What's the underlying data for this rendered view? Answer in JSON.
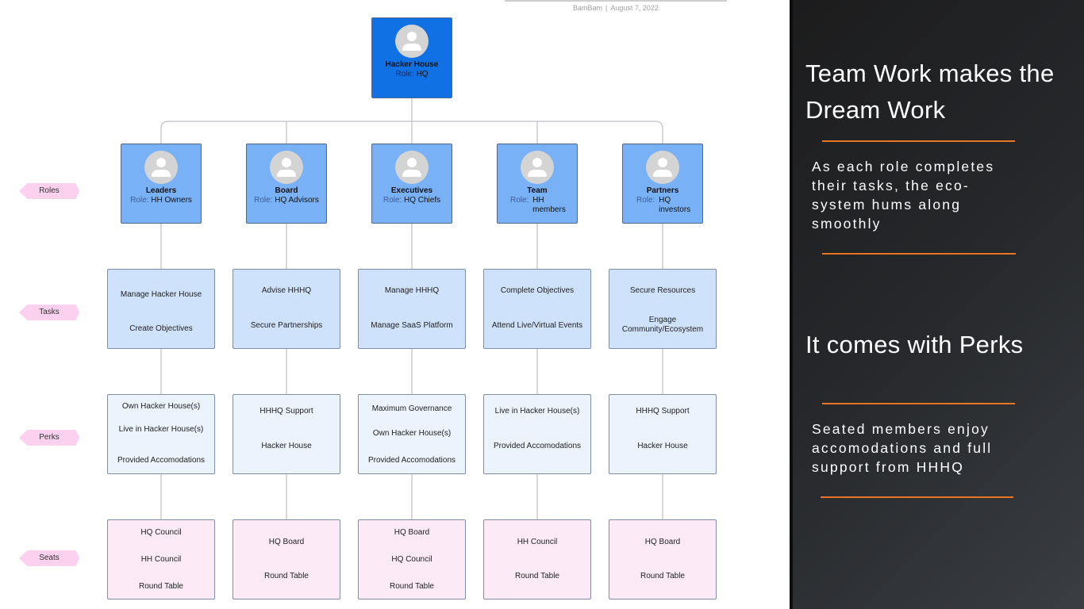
{
  "meta": {
    "author": "BamBam",
    "date": "August 7, 2022"
  },
  "root": {
    "name": "Hacker House",
    "role_key": "Role:",
    "role": "HQ"
  },
  "roles": [
    {
      "name": "Leaders",
      "role_key": "Role:",
      "role": "HH Owners"
    },
    {
      "name": "Board",
      "role_key": "Role:",
      "role": "HQ Advisors"
    },
    {
      "name": "Executives",
      "role_key": "Role:",
      "role": "HQ Chiefs"
    },
    {
      "name": "Team",
      "role_key": "Role:",
      "role": "HH members"
    },
    {
      "name": "Partners",
      "role_key": "Role:",
      "role": "HQ investors"
    }
  ],
  "row_labels": {
    "roles": "Roles",
    "tasks": "Tasks",
    "perks": "Perks",
    "seats": "Seats"
  },
  "tasks": [
    [
      "Manage Hacker House",
      "Create Objectives"
    ],
    [
      "Advise HHHQ",
      "Secure Partnerships"
    ],
    [
      "Manage HHHQ",
      "Manage SaaS Platform"
    ],
    [
      "Complete Objectives",
      "Attend Live/Virtual Events"
    ],
    [
      "Secure Resources",
      "Engage",
      "Community/Ecosystem"
    ]
  ],
  "perks": [
    [
      "Own Hacker House(s)",
      "Live in Hacker House(s)",
      "Provided Accomodations"
    ],
    [
      "HHHQ Support",
      "Hacker House"
    ],
    [
      "Maximum Governance",
      "Own Hacker House(s)",
      "Provided Accomodations"
    ],
    [
      "Live in Hacker House(s)",
      "Provided Accomodations"
    ],
    [
      "HHHQ Support",
      "Hacker House"
    ]
  ],
  "seats": [
    [
      "HQ Council",
      "HH Council",
      "Round Table"
    ],
    [
      "HQ Board",
      "Round Table"
    ],
    [
      "HQ Board",
      "HQ Council",
      "Round Table"
    ],
    [
      "HH Council",
      "Round Table"
    ],
    [
      "HQ Board",
      "Round Table"
    ]
  ],
  "side": {
    "heading1_line1": "Team Work makes the",
    "heading1_line2": "Dream Work",
    "para1_line1": "As each role completes",
    "para1_line2": "their tasks, the eco-",
    "para1_line3": "system hums along",
    "para1_line4": "smoothly",
    "heading2": "It comes with Perks",
    "para2_line1": "Seated members enjoy",
    "para2_line2": "accomodations and full",
    "para2_line3": "support from HHHQ"
  },
  "colors": {
    "root_card": "#1071e5",
    "role_card": "#79b1f7",
    "task_box": "#cfe2fb",
    "perk_box": "#ebf3fd",
    "seat_box": "#fcebf6",
    "row_tag": "#fbd1ef",
    "accent_rule": "#e87524",
    "panel_bg": "#26282b"
  }
}
